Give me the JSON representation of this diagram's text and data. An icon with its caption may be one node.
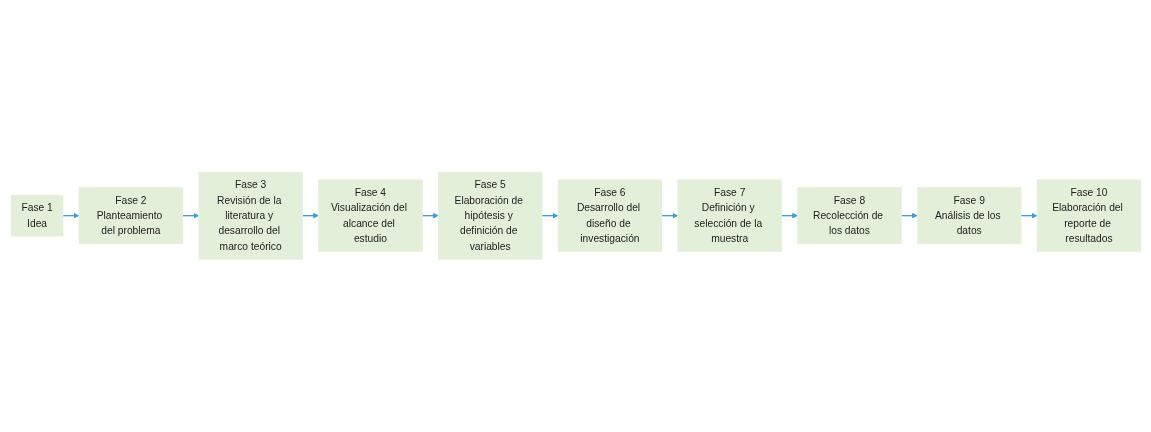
{
  "diagram": {
    "nodes": [
      {
        "text": [
          "Fase 1",
          "Idea"
        ]
      },
      {
        "text": [
          "Fase 2",
          "Planteamiento del problema"
        ]
      },
      {
        "text": [
          "Fase 3",
          "Revisión de la literatura y desarrollo del marco teórico"
        ]
      },
      {
        "text": [
          "Fase 4",
          "Visualización del alcance del estudio"
        ]
      },
      {
        "text": [
          "Fase 5",
          "Elaboración de hipótesis y definición de variables"
        ]
      },
      {
        "text": [
          "Fase 6",
          "Desarrollo del diseño de investigación"
        ]
      },
      {
        "text": [
          "Fase 7",
          "Definición y selección de la muestra"
        ]
      },
      {
        "text": [
          "Fase 8",
          "Recolección de los datos"
        ]
      },
      {
        "text": [
          "Fase 9",
          "Análisis de los datos"
        ]
      },
      {
        "text": [
          "Fase 10",
          "Elaboración del reporte de resultados"
        ]
      }
    ],
    "edges": [
      {
        "from": 0,
        "to": 1,
        "arrow": "to"
      },
      {
        "from": 1,
        "to": 2,
        "arrow": "to"
      },
      {
        "from": 2,
        "to": 3,
        "arrow": "to"
      },
      {
        "from": 3,
        "to": 4,
        "arrow": "to"
      },
      {
        "from": 4,
        "to": 5,
        "arrow": "to"
      },
      {
        "from": 5,
        "to": 6,
        "arrow": "to"
      },
      {
        "from": 6,
        "to": 7,
        "arrow": "to"
      },
      {
        "from": 7,
        "to": 8,
        "arrow": "to"
      },
      {
        "from": 8,
        "to": 9,
        "arrow": "to"
      }
    ]
  }
}
